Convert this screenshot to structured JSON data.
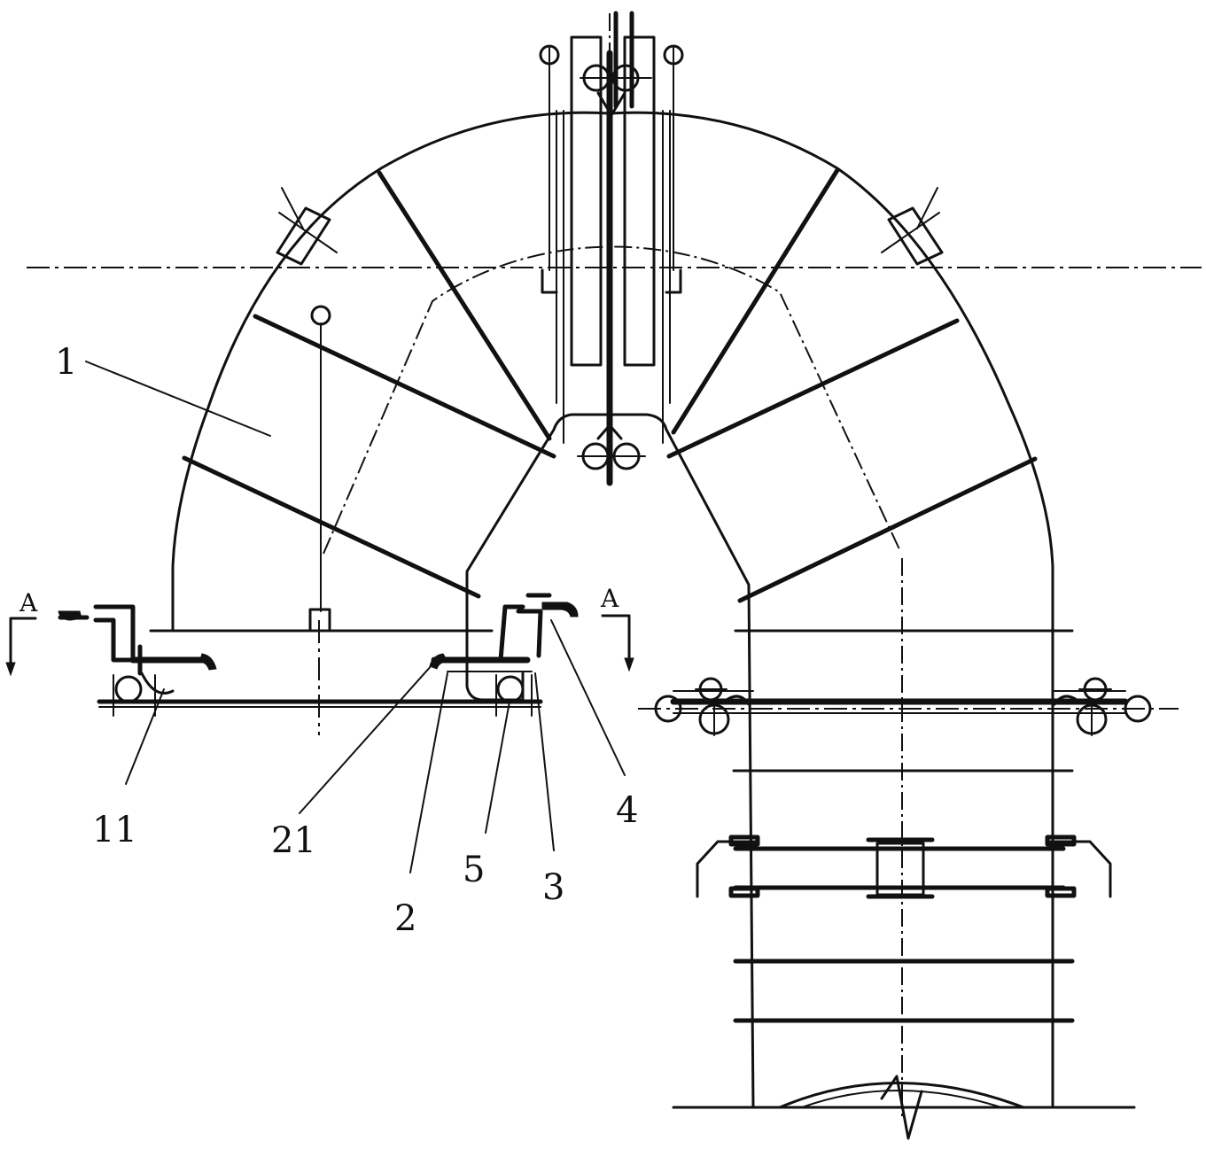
{
  "labels": {
    "part_1": "1",
    "part_11": "11",
    "part_21": "21",
    "part_2": "2",
    "part_5": "5",
    "part_3": "3",
    "part_4": "4",
    "section_left": "A",
    "section_right": "A"
  },
  "colors": {
    "ink": "#111111",
    "paper": "#ffffff"
  }
}
